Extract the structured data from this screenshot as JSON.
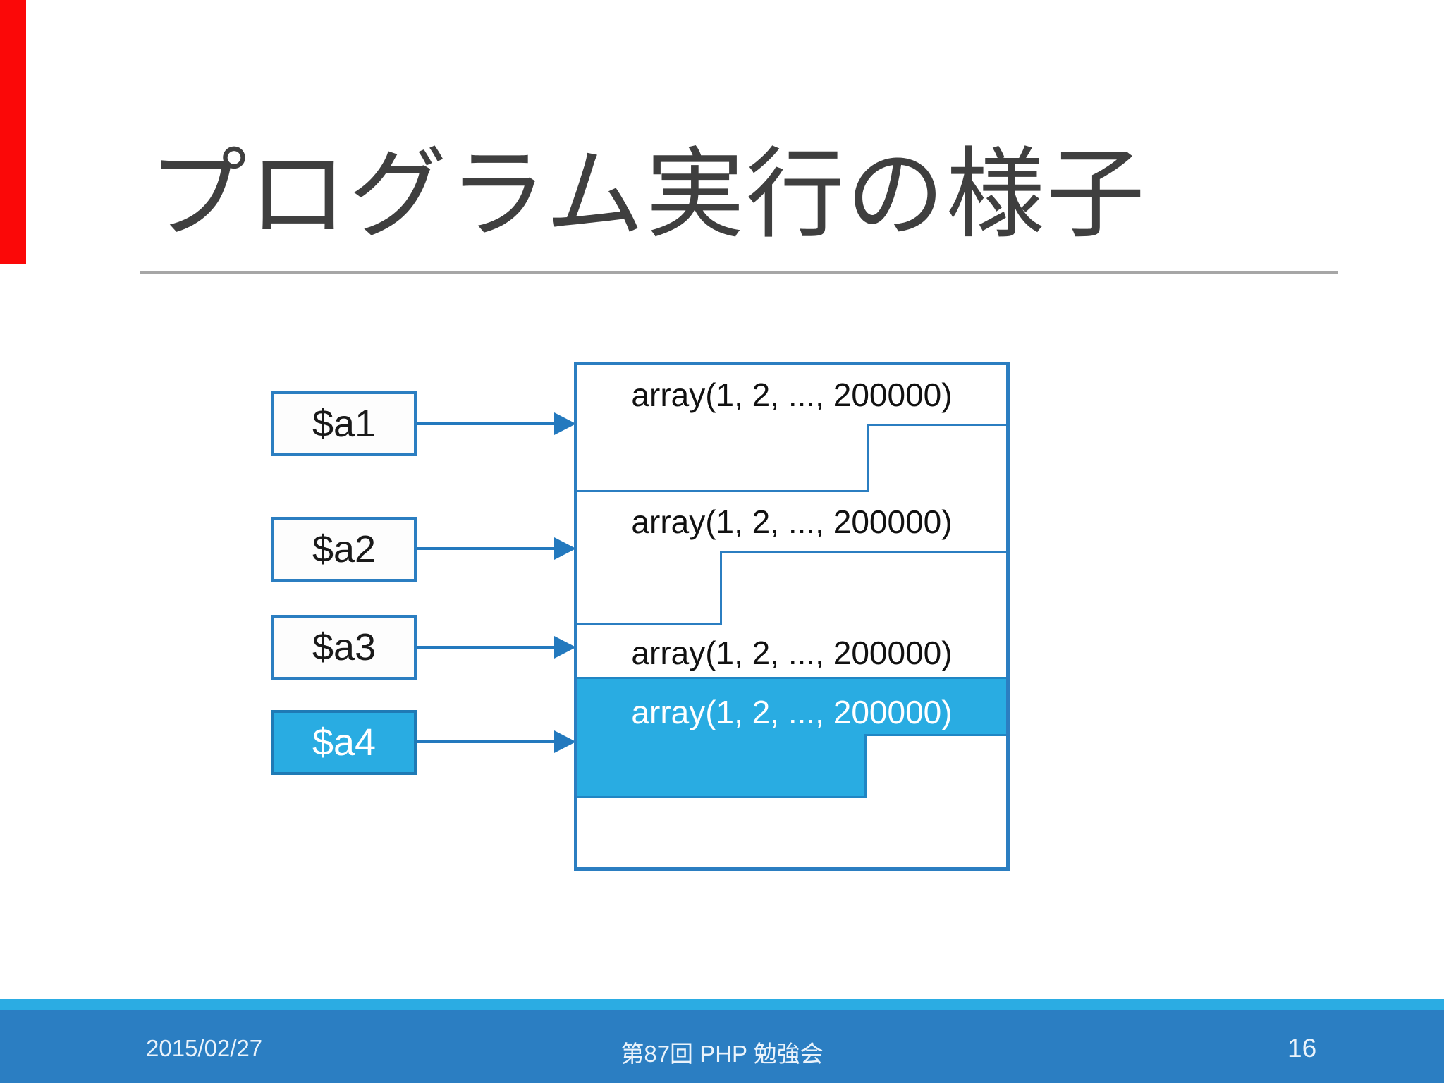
{
  "slide": {
    "title": "プログラム実行の様子",
    "footer": {
      "date": "2015/02/27",
      "event": "第87回 PHP 勉強会",
      "page_number": "16"
    },
    "colors": {
      "accent_border_blue": "#2b7ec1",
      "highlight_cyan": "#29ace2",
      "title_gray": "#3f3f3f",
      "rule_gray": "#a6a6a6",
      "footer_strip_blue": "#2bace3",
      "footer_band_blue": "#2b7ec2",
      "marker_red": "#fb0808"
    }
  },
  "diagram": {
    "variables": [
      {
        "label": "$a1",
        "highlighted": false
      },
      {
        "label": "$a2",
        "highlighted": false
      },
      {
        "label": "$a3",
        "highlighted": false
      },
      {
        "label": "$a4",
        "highlighted": true
      }
    ],
    "memory_blocks": [
      {
        "label": "array(1, 2, ..., 200000)",
        "highlighted": false
      },
      {
        "label": "array(1, 2, ..., 200000)",
        "highlighted": false
      },
      {
        "label": "array(1, 2, ..., 200000)",
        "highlighted": false
      },
      {
        "label": "array(1, 2, ..., 200000)",
        "highlighted": true
      }
    ]
  }
}
